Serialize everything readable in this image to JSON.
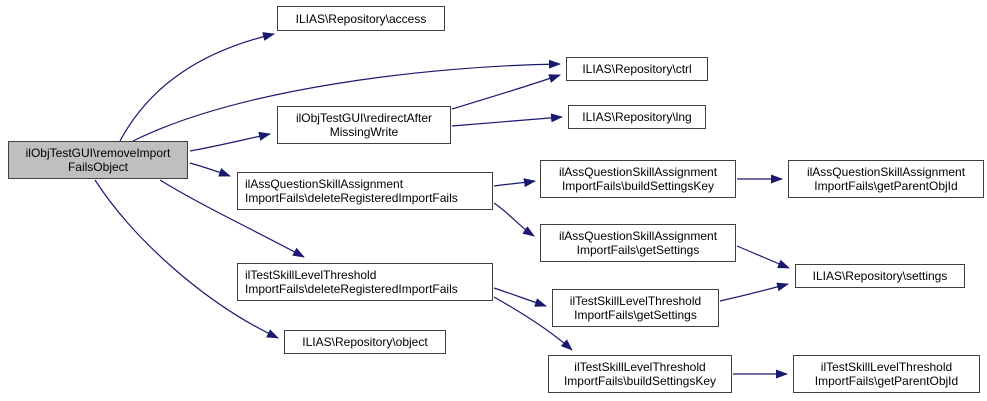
{
  "diagram": {
    "type": "call-graph",
    "background_color": "#ffffff",
    "edge_color": "#191970",
    "node_border_color": "#404040",
    "root_node_fill": "#bfbfbf",
    "node_fill": "#ffffff",
    "nodes": {
      "removeImportFailsObject": {
        "label": "ilObjTestGUI\\removeImport\nFailsObject"
      },
      "access": {
        "label": "ILIAS\\Repository\\access"
      },
      "ctrl": {
        "label": "ILIAS\\Repository\\ctrl"
      },
      "redirectAfterMissingWrite": {
        "label": "ilObjTestGUI\\redirectAfter\nMissingWrite"
      },
      "lng": {
        "label": "ILIAS\\Repository\\lng"
      },
      "assDeleteRegisteredImportFails": {
        "label": "ilAssQuestionSkillAssignment\nImportFails\\deleteRegisteredImportFails"
      },
      "assBuildSettingsKey": {
        "label": "ilAssQuestionSkillAssignment\nImportFails\\buildSettingsKey"
      },
      "assGetParentObjId": {
        "label": "ilAssQuestionSkillAssignment\nImportFails\\getParentObjId"
      },
      "assGetSettings": {
        "label": "ilAssQuestionSkillAssignment\nImportFails\\getSettings"
      },
      "settings": {
        "label": "ILIAS\\Repository\\settings"
      },
      "testDeleteRegisteredImportFails": {
        "label": "ilTestSkillLevelThreshold\nImportFails\\deleteRegisteredImportFails"
      },
      "testGetSettings": {
        "label": "ilTestSkillLevelThreshold\nImportFails\\getSettings"
      },
      "object": {
        "label": "ILIAS\\Repository\\object"
      },
      "testBuildSettingsKey": {
        "label": "ilTestSkillLevelThreshold\nImportFails\\buildSettingsKey"
      },
      "testGetParentObjId": {
        "label": "ilTestSkillLevelThreshold\nImportFails\\getParentObjId"
      }
    },
    "edges": [
      {
        "from": "removeImportFailsObject",
        "to": "access"
      },
      {
        "from": "removeImportFailsObject",
        "to": "ctrl"
      },
      {
        "from": "removeImportFailsObject",
        "to": "redirectAfterMissingWrite"
      },
      {
        "from": "removeImportFailsObject",
        "to": "assDeleteRegisteredImportFails"
      },
      {
        "from": "removeImportFailsObject",
        "to": "testDeleteRegisteredImportFails"
      },
      {
        "from": "removeImportFailsObject",
        "to": "object"
      },
      {
        "from": "redirectAfterMissingWrite",
        "to": "ctrl"
      },
      {
        "from": "redirectAfterMissingWrite",
        "to": "lng"
      },
      {
        "from": "assDeleteRegisteredImportFails",
        "to": "assBuildSettingsKey"
      },
      {
        "from": "assDeleteRegisteredImportFails",
        "to": "assGetSettings"
      },
      {
        "from": "assBuildSettingsKey",
        "to": "assGetParentObjId"
      },
      {
        "from": "assGetSettings",
        "to": "settings"
      },
      {
        "from": "testDeleteRegisteredImportFails",
        "to": "testGetSettings"
      },
      {
        "from": "testDeleteRegisteredImportFails",
        "to": "testBuildSettingsKey"
      },
      {
        "from": "testGetSettings",
        "to": "settings"
      },
      {
        "from": "testBuildSettingsKey",
        "to": "testGetParentObjId"
      }
    ]
  }
}
